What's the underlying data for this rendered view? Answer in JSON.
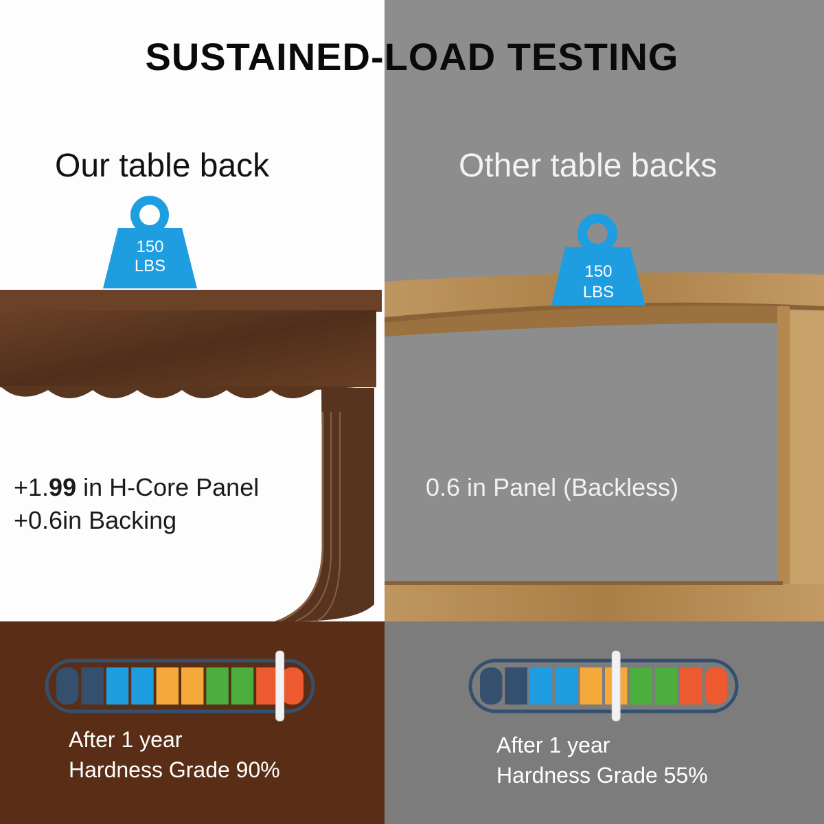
{
  "title": "SUSTAINED-LOAD TESTING",
  "colors": {
    "left_background": "#fdfdfd",
    "right_background": "#8d8d8d",
    "walnut": "#5e3a22",
    "oak": "#b8894f",
    "weight_blue": "#1e9de0",
    "left_footer": "#5a2e16",
    "right_footer": "#7c7c7c",
    "meter_segments": [
      "#34506e",
      "#34506e",
      "#1e9de0",
      "#1e9de0",
      "#f4a93a",
      "#f4a93a",
      "#4bae3d",
      "#4bae3d",
      "#ee5a2f",
      "#ee5a2f"
    ]
  },
  "left": {
    "heading": "Our table back",
    "weight": {
      "value": "150",
      "unit": "LBS",
      "icon": "weight-icon"
    },
    "spec_line1_prefix": "+1.",
    "spec_line1_bold": "99",
    "spec_line1_suffix": " in H-Core Panel",
    "spec_line2": "+0.6in Backing",
    "footer_line1": "After 1 year",
    "footer_line2": "Hardness Grade 90%",
    "hardness_percent": 90
  },
  "right": {
    "heading": "Other table backs",
    "weight": {
      "value": "150",
      "unit": "LBS",
      "icon": "weight-icon"
    },
    "spec": "0.6 in Panel (Backless)",
    "footer_line1": "After 1 year",
    "footer_line2": "Hardness Grade 55%",
    "hardness_percent": 55
  }
}
